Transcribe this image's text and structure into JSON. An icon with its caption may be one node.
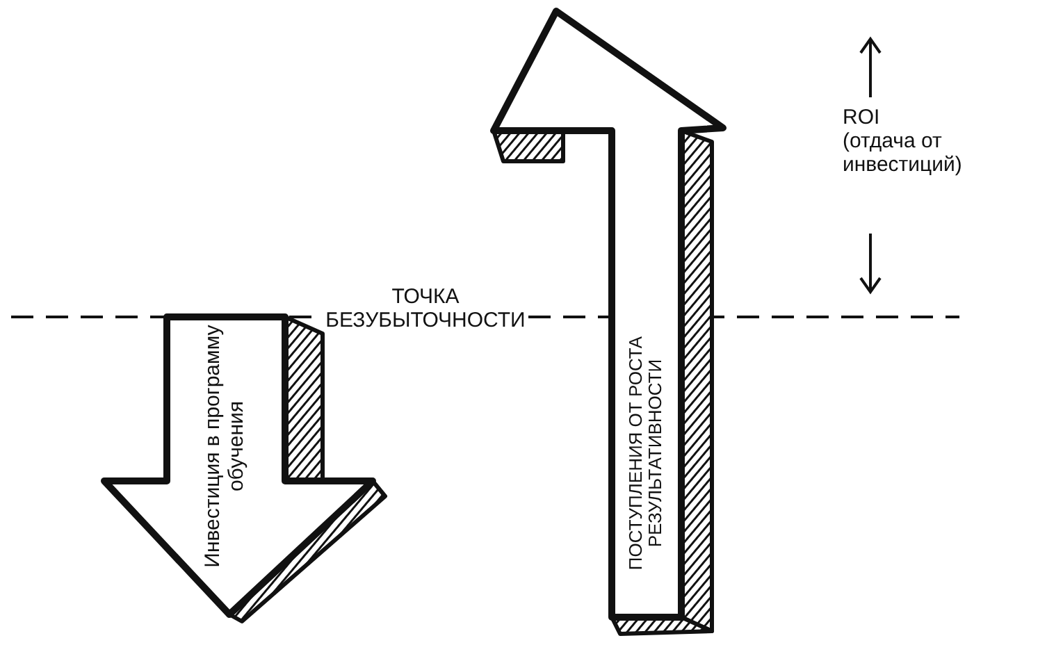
{
  "diagram": {
    "nodes": [
      {
        "text": [
          "Инвестиция в программу обучения"
        ]
      },
      {
        "text": [
          "ПОСТУПЛЕНИЯ ОТ РОСТА РЕЗУЛЬТАТИВНОСТИ"
        ]
      }
    ],
    "labels": [
      "ТОЧКА БЕЗУБЫТОЧНОСТИ",
      "ROI",
      "(отдача от инвестиций)"
    ]
  }
}
